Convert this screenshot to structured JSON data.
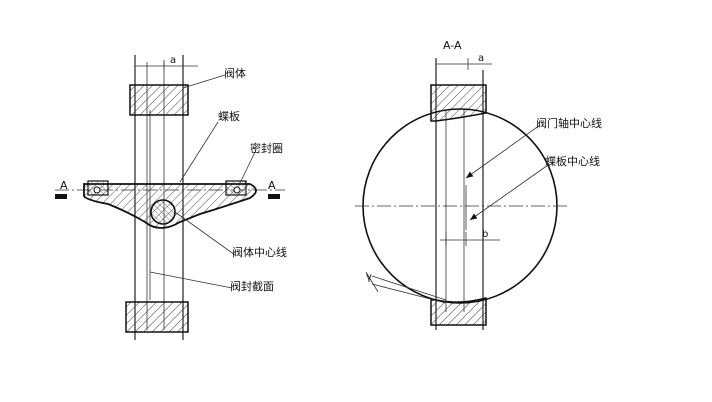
{
  "left_view": {
    "dim_a": "a",
    "section_mark_left": "A",
    "section_mark_right": "A",
    "label_valve_body": "阀体",
    "label_disc": "蝶板",
    "label_seal_ring": "密封圈",
    "label_body_centerline": "阀体中心线",
    "label_seal_section": "阀封截面"
  },
  "right_view": {
    "section_title": "A-A",
    "dim_a": "a",
    "dim_b": "b",
    "label_stem_centerline": "阀门轴中心线",
    "label_disc_centerline": "蝶板中心线"
  }
}
